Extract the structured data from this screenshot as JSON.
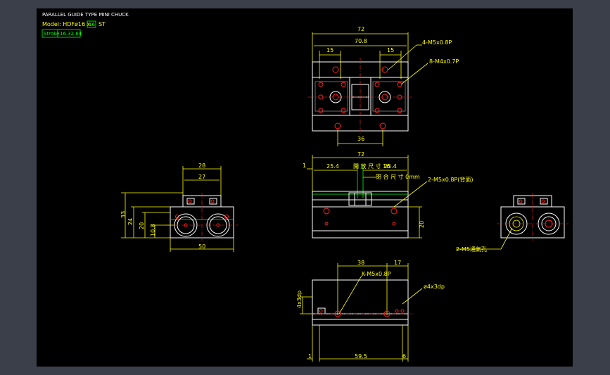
{
  "title_block": {
    "title": "PARALLEL GUIDE TYPE MINI CHUCK",
    "model_prefix": "Model: HDFø16 x",
    "model_box": "16",
    "model_suffix": "ST",
    "stroke_label": "Stroke",
    "stroke_value": "16.32.64"
  },
  "top_view": {
    "dim_72": "72",
    "dim_70_8": "70.8",
    "dim_15_left": "15",
    "dim_15_right": "15",
    "dim_36": "36",
    "note_tap1": "4-M5x0.8P",
    "note_tap2": "8-M4x0.7P"
  },
  "front_view": {
    "dim_72": "72",
    "dim_1": "1",
    "dim_25_4_left": "25.4",
    "dim_25_4_right": "25.4",
    "open_label": "開 放 尺 寸 16",
    "close_label": "閉 合 尺 寸 0mm",
    "note_tap": "2-M5x0.8P(背面)",
    "dim_20": "20"
  },
  "side_view_left": {
    "dim_28": "28",
    "dim_27": "27",
    "dim_33": "33",
    "dim_24": "24",
    "dim_20": "20",
    "dim_10_8": "10.8",
    "dim_50": "50"
  },
  "side_view_right": {
    "note_port": "2-M5通氣孔"
  },
  "bottom_view": {
    "dim_38": "38",
    "dim_17": "17",
    "note_tap": "K-M5x0.8P",
    "note_pin": "ø4x3dp",
    "side_note": "4x3dp",
    "dim_1": "1",
    "dim_59_5": "59.5",
    "dim_6": "6"
  }
}
